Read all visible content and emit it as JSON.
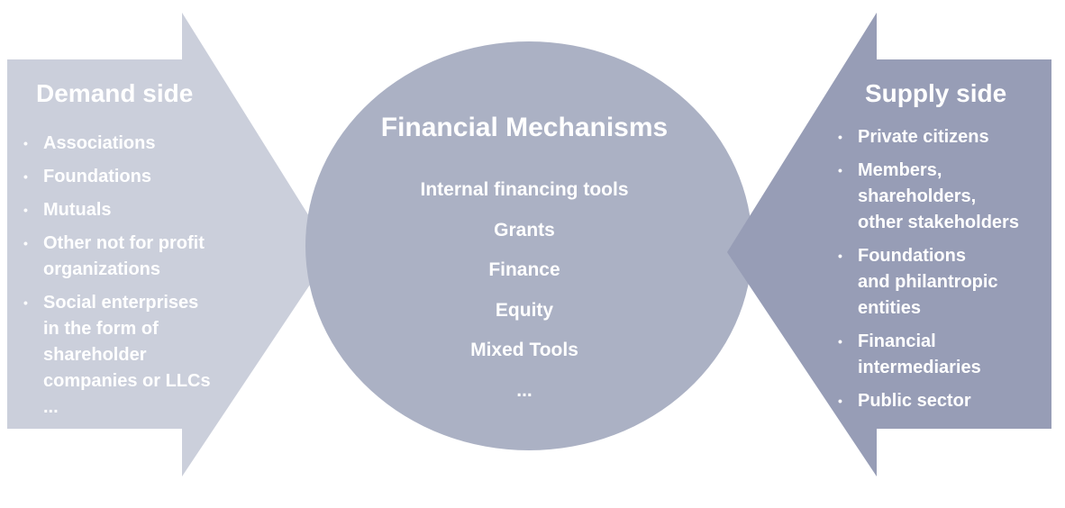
{
  "colors": {
    "demand_fill": "#cbcfdb",
    "center_fill": "#abb1c4",
    "supply_fill": "#979db6",
    "text": "#ffffff"
  },
  "demand": {
    "title": "Demand side",
    "items": [
      {
        "lines": [
          "Associations"
        ],
        "bullet": true
      },
      {
        "lines": [
          "Foundations"
        ],
        "bullet": true
      },
      {
        "lines": [
          "Mutuals"
        ],
        "bullet": true
      },
      {
        "lines": [
          "Other not for profit",
          "organizations"
        ],
        "bullet": true
      },
      {
        "lines": [
          "Social enterprises",
          "in the form of",
          "shareholder",
          "companies or LLCs",
          "..."
        ],
        "bullet": true
      }
    ]
  },
  "center": {
    "title": "Financial Mechanisms",
    "items": [
      "Internal financing tools",
      "Grants",
      "Finance",
      "Equity",
      "Mixed Tools",
      "..."
    ]
  },
  "supply": {
    "title": "Supply side",
    "items": [
      {
        "lines": [
          "Private citizens"
        ],
        "bullet": true
      },
      {
        "lines": [
          "Members,",
          "shareholders,",
          "other stakeholders"
        ],
        "bullet": true
      },
      {
        "lines": [
          "Foundations",
          "and philantropic",
          "entities"
        ],
        "bullet": true
      },
      {
        "lines": [
          "Financial",
          "intermediaries"
        ],
        "bullet": true
      },
      {
        "lines": [
          "Public sector"
        ],
        "bullet": true
      }
    ]
  }
}
